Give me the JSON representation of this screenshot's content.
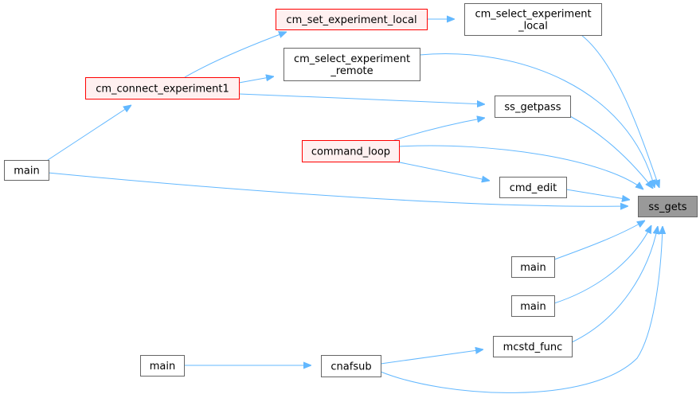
{
  "colors": {
    "edge": "#63b8ff",
    "node_border": "#666666",
    "node_fill": "#ffffff",
    "nolink_border": "#ff0000",
    "nolink_fill": "#fff0f0",
    "focus_fill": "#999999",
    "text": "#000000"
  },
  "nodes": [
    {
      "id": "cm_set_experiment_local",
      "lines": [
        "cm_set_experiment_local"
      ],
      "style": "nolink"
    },
    {
      "id": "cm_select_experiment_local",
      "lines": [
        "cm_select_experiment",
        "_local"
      ],
      "style": "normal"
    },
    {
      "id": "cm_select_experiment_remote",
      "lines": [
        "cm_select_experiment",
        "_remote"
      ],
      "style": "normal"
    },
    {
      "id": "cm_connect_experiment1",
      "lines": [
        "cm_connect_experiment1"
      ],
      "style": "nolink"
    },
    {
      "id": "ss_getpass",
      "lines": [
        "ss_getpass"
      ],
      "style": "normal"
    },
    {
      "id": "command_loop",
      "lines": [
        "command_loop"
      ],
      "style": "nolink"
    },
    {
      "id": "main_left",
      "lines": [
        "main"
      ],
      "style": "normal"
    },
    {
      "id": "cmd_edit",
      "lines": [
        "cmd_edit"
      ],
      "style": "normal"
    },
    {
      "id": "ss_gets",
      "lines": [
        "ss_gets"
      ],
      "style": "focus"
    },
    {
      "id": "main_a",
      "lines": [
        "main"
      ],
      "style": "normal"
    },
    {
      "id": "main_b",
      "lines": [
        "main"
      ],
      "style": "normal"
    },
    {
      "id": "mcstd_func",
      "lines": [
        "mcstd_func"
      ],
      "style": "normal"
    },
    {
      "id": "main_bottom",
      "lines": [
        "main"
      ],
      "style": "normal"
    },
    {
      "id": "cnafsub",
      "lines": [
        "cnafsub"
      ],
      "style": "normal"
    }
  ],
  "edges": [
    {
      "from": "cm_set_experiment_local",
      "to": "cm_select_experiment_local"
    },
    {
      "from": "cm_connect_experiment1",
      "to": "cm_set_experiment_local"
    },
    {
      "from": "cm_connect_experiment1",
      "to": "cm_select_experiment_remote"
    },
    {
      "from": "main_left",
      "to": "cm_connect_experiment1"
    },
    {
      "from": "cm_connect_experiment1",
      "to": "ss_getpass"
    },
    {
      "from": "command_loop",
      "to": "ss_getpass"
    },
    {
      "from": "command_loop",
      "to": "cmd_edit"
    },
    {
      "from": "cm_select_experiment_local",
      "to": "ss_gets"
    },
    {
      "from": "cm_select_experiment_remote",
      "to": "ss_gets"
    },
    {
      "from": "ss_getpass",
      "to": "ss_gets"
    },
    {
      "from": "command_loop",
      "to": "ss_gets"
    },
    {
      "from": "cmd_edit",
      "to": "ss_gets"
    },
    {
      "from": "main_left",
      "to": "ss_gets"
    },
    {
      "from": "main_a",
      "to": "ss_gets"
    },
    {
      "from": "main_b",
      "to": "ss_gets"
    },
    {
      "from": "mcstd_func",
      "to": "ss_gets"
    },
    {
      "from": "cnafsub",
      "to": "ss_gets"
    },
    {
      "from": "cnafsub",
      "to": "mcstd_func"
    },
    {
      "from": "main_bottom",
      "to": "cnafsub"
    }
  ]
}
